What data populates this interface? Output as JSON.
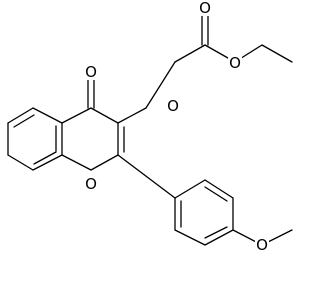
{
  "molecule": {
    "atoms": {
      "carbonyl_o_ester": "O",
      "ether_o_ester": "O",
      "ketone_o": "O",
      "linker_o": "O",
      "ring_o": "O",
      "methoxy_o": "O"
    }
  },
  "colors": {
    "bond": "#000000",
    "background": "#ffffff"
  }
}
